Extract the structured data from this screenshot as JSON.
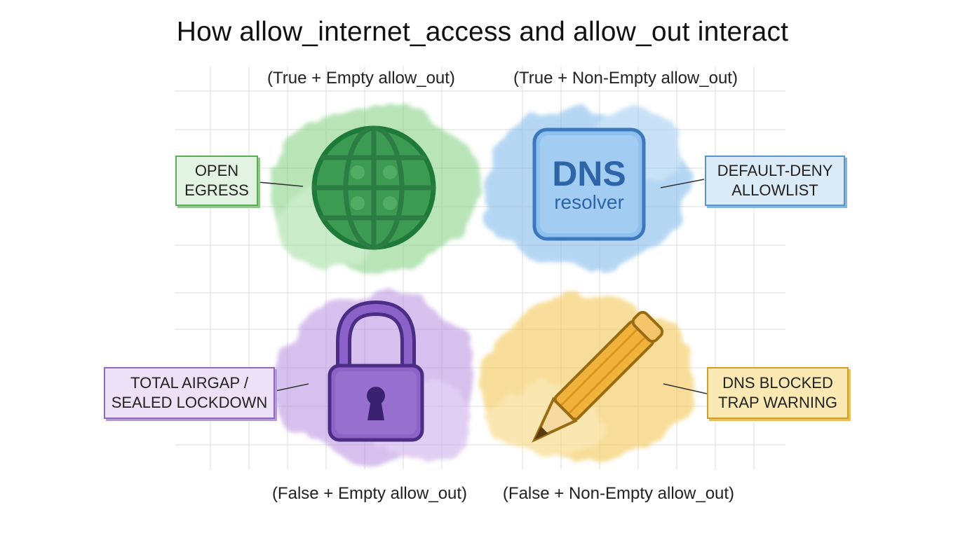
{
  "title": "How allow_internet_access and allow_out interact",
  "quadrants": [
    {
      "id": "top-left",
      "condition_label": "(True + Empty allow_out)",
      "tag_lines": [
        "OPEN",
        "EGRESS"
      ],
      "icon": "globe-icon",
      "color": "#4caf50"
    },
    {
      "id": "top-right",
      "condition_label": "(True + Non-Empty allow_out)",
      "tag_lines": [
        "DEFAULT-DENY",
        "ALLOWLIST"
      ],
      "icon": "dns-resolver-icon",
      "icon_text": {
        "main": "DNS",
        "sub": "resolver"
      },
      "color": "#4a90d9"
    },
    {
      "id": "bottom-left",
      "condition_label": "(False + Empty allow_out)",
      "tag_lines": [
        "TOTAL AIRGAP /",
        "SEALED LOCKDOWN"
      ],
      "icon": "padlock-icon",
      "color": "#8e63c4"
    },
    {
      "id": "bottom-right",
      "condition_label": "(False + Non-Empty allow_out)",
      "tag_lines": [
        "DNS BLOCKED",
        "TRAP WARNING"
      ],
      "icon": "pencil-icon",
      "color": "#e0a82e"
    }
  ]
}
